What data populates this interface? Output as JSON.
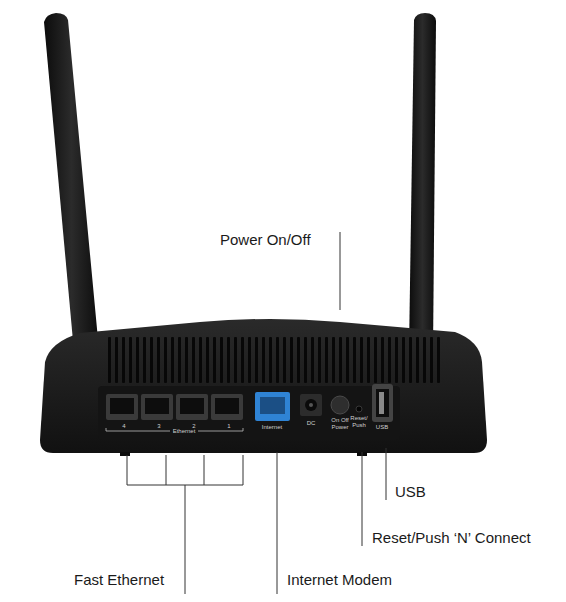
{
  "diagram": {
    "labels": [
      "Power On/Off",
      "4",
      "3",
      "Ethernet",
      "2",
      "1",
      "Internet",
      "DC",
      "On Off",
      "Power",
      "Reset/",
      "Push",
      "USB",
      "USB",
      "Reset/Push ‘N’ Connect",
      "Fast Ethernet",
      "Internet Modem"
    ]
  }
}
